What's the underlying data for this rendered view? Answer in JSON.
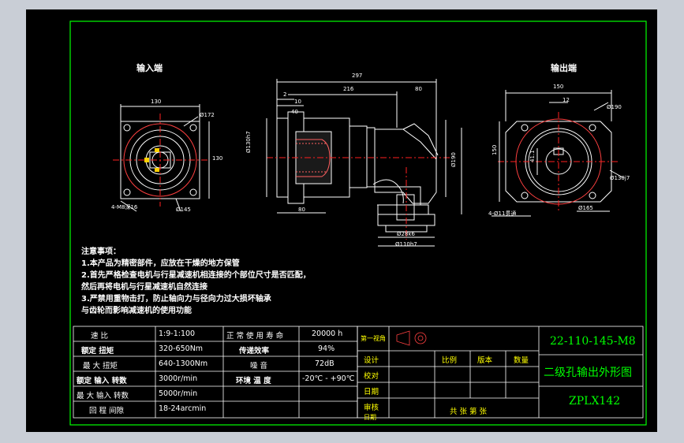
{
  "views": {
    "input_label": "输入端",
    "output_label": "输出端"
  },
  "dims": {
    "in_width": "130",
    "in_dia": "Ø172",
    "in_holes": "4-M8深16",
    "in_dia2": "Ø145",
    "in_height": "130",
    "side_total": "297",
    "side_216": "216",
    "side_80": "80",
    "side_2": "2",
    "side_10": "10",
    "side_40": "40",
    "side_130": "Ø130h7",
    "side_80b": "80",
    "side_190": "Ø190",
    "side_bot": "Ø110h7",
    "side_base": "Ø28k6",
    "out_width": "150",
    "out_12": "12",
    "out_190": "Ø190",
    "out_150": "150",
    "out_41": "41.1",
    "out_130": "Ø130j7",
    "out_holes": "4-Ø11贯通",
    "out_165": "Ø165"
  },
  "notes": {
    "title": "注意事项：",
    "lines": [
      "1.本产品为精密部件，应放在干燥的地方保管",
      "2.首先严格检查电机与行星减速机相连接的个部位尺寸是否匹配，",
      "然后再将电机与行星减速机自然连接",
      "3.严禁用重物击打，防止轴向力与径向力过大损坏轴承",
      "与齿轮而影响减速机的使用功能"
    ]
  },
  "spec_table": {
    "rows": [
      {
        "label": "速 比",
        "value": "1:9-1:100",
        "label2": "正 常 使 用 寿 命",
        "value2": "20000 h"
      },
      {
        "label": "额定 扭矩",
        "value": "320-650Nm",
        "label2": "传递效率",
        "value2": "94%"
      },
      {
        "label": "最 大 扭矩",
        "value": "640-1300Nm",
        "label2": "噪 音",
        "value2": "72dB"
      },
      {
        "label": "额定 输入 转数",
        "value": "3000r/min",
        "label2": "环境 温 度",
        "value2": "-20℃ - +90℃"
      },
      {
        "label": "最 大 输入 转数",
        "value": "5000r/min",
        "label2": "",
        "value2": ""
      },
      {
        "label": "回 程 间隙",
        "value": "18-24arcmin",
        "label2": "",
        "value2": ""
      }
    ]
  },
  "title_block": {
    "view_label": "第一视角",
    "design_label": "设计",
    "check_label": "校对",
    "date_label": "日期",
    "review_label": "审核",
    "date_label2": "日期",
    "scale_label": "比例",
    "version_label": "版本",
    "qty_label": "数量",
    "sheets_label": "共    张    第    张",
    "part_number": "22-110-145-M8",
    "drawing_title": "二级孔输出外形图",
    "model": "ZPLX142"
  },
  "colors": {
    "frame": "#00ff00",
    "lines": "#ffffff",
    "centerline": "#ff2020",
    "dim": "#ffffff",
    "title_text": "#00ff00"
  }
}
